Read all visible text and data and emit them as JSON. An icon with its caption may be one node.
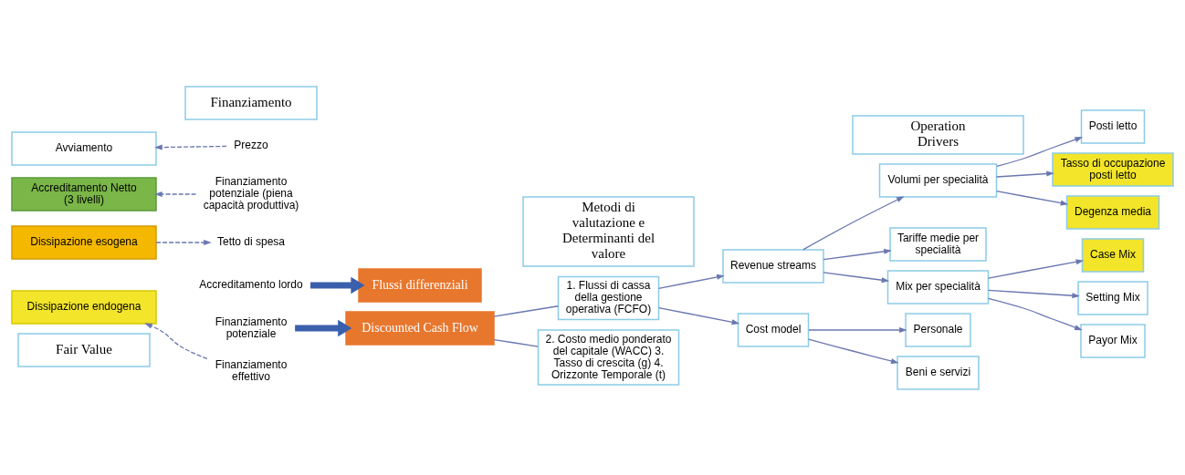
{
  "diagram": {
    "nodes": [
      {
        "text": [
          "Avviamento"
        ]
      },
      {
        "text": [
          "Accreditamento Netto (3 livelli)"
        ]
      },
      {
        "text": [
          "Dissipazione esogena"
        ]
      },
      {
        "text": [
          "Dissipazione endogena"
        ]
      },
      {
        "text": [
          "Prezzo"
        ]
      },
      {
        "text": [
          "Finanziamento potenziale (piena capacità produttiva)"
        ]
      },
      {
        "text": [
          "Tetto di spesa"
        ]
      },
      {
        "text": [
          "Finanziamento effettivo"
        ]
      },
      {
        "text": [
          "Accreditamento lordo"
        ]
      },
      {
        "text": [
          "Finanziamento potenziale"
        ]
      },
      {
        "text": [
          "Flussi differenziali"
        ]
      },
      {
        "text": [
          "Discounted Cash Flow"
        ]
      },
      {
        "text": [
          "1. Flussi di cassa della gestione operativa (FCFO)"
        ]
      },
      {
        "text": [
          "2. Costo medio ponderato del capitale (WACC) 3. Tasso di crescita (g) 4. Orizzonte Temporale (t)"
        ]
      },
      {
        "text": [
          "Revenue streams"
        ]
      },
      {
        "text": [
          "Cost model"
        ]
      },
      {
        "text": [
          "Volumi per specialità"
        ]
      },
      {
        "text": [
          "Tariffe medie per specialità"
        ]
      },
      {
        "text": [
          "Mix per specialità"
        ]
      },
      {
        "text": [
          "Posti letto"
        ]
      },
      {
        "text": [
          "Tasso di occupazione posti letto"
        ]
      },
      {
        "text": [
          "Degenza media"
        ]
      },
      {
        "text": [
          "Case Mix"
        ]
      },
      {
        "text": [
          "Setting Mix"
        ]
      },
      {
        "text": [
          "Payor Mix"
        ]
      },
      {
        "text": [
          "Personale"
        ]
      },
      {
        "text": [
          "Beni e servizi"
        ]
      },
      {
        "text": [
          "Finanziamento"
        ]
      },
      {
        "text": [
          "Fair Value"
        ]
      },
      {
        "text": [
          "Metodi di valutazione e Determinanti del valore"
        ]
      },
      {
        "text": [
          "Operation Drivers"
        ]
      }
    ],
    "edges": [
      {
        "from": 4,
        "to": 0,
        "arrow": "to",
        "style": "dashed"
      },
      {
        "from": 5,
        "to": 1,
        "arrow": "to",
        "style": "dashed"
      },
      {
        "from": 2,
        "to": 6,
        "arrow": "to",
        "style": "dashed"
      },
      {
        "from": 7,
        "to": 3,
        "arrow": "to",
        "style": "dashed"
      },
      {
        "from": 8,
        "to": 10,
        "arrow": "to",
        "style": "thick",
        "color": "#3a5fad"
      },
      {
        "from": 9,
        "to": 11,
        "arrow": "to",
        "style": "thick",
        "color": "#3a5fad"
      },
      {
        "from": 11,
        "to": 12,
        "arrow": "none"
      },
      {
        "from": 11,
        "to": 13,
        "arrow": "none"
      },
      {
        "from": 12,
        "to": 14,
        "arrow": "to"
      },
      {
        "from": 12,
        "to": 15,
        "arrow": "to"
      },
      {
        "from": 14,
        "to": 16,
        "arrow": "to"
      },
      {
        "from": 14,
        "to": 17,
        "arrow": "to"
      },
      {
        "from": 14,
        "to": 18,
        "arrow": "to"
      },
      {
        "from": 16,
        "to": 19,
        "arrow": "to"
      },
      {
        "from": 16,
        "to": 20,
        "arrow": "to"
      },
      {
        "from": 16,
        "to": 21,
        "arrow": "to"
      },
      {
        "from": 18,
        "to": 22,
        "arrow": "to"
      },
      {
        "from": 18,
        "to": 23,
        "arrow": "to"
      },
      {
        "from": 18,
        "to": 24,
        "arrow": "to"
      },
      {
        "from": 15,
        "to": 25,
        "arrow": "to"
      },
      {
        "from": 15,
        "to": 26,
        "arrow": "to"
      }
    ]
  }
}
